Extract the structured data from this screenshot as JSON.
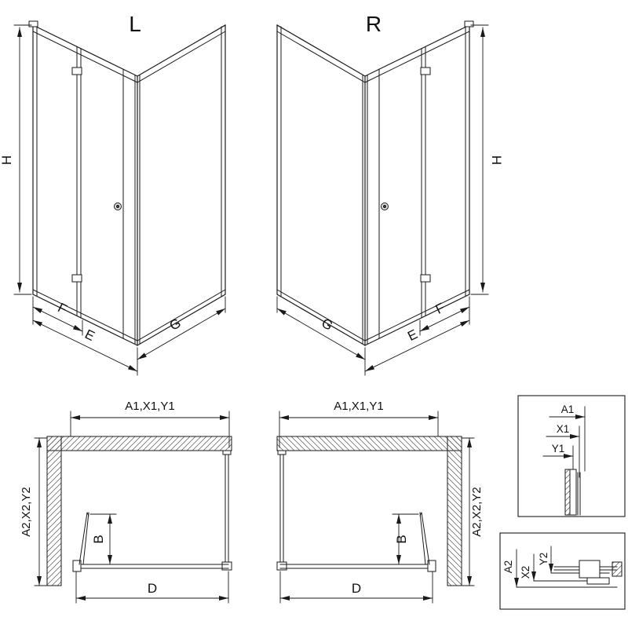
{
  "drawing": {
    "views": {
      "left": {
        "title": "L",
        "dims": {
          "height": "H",
          "f": "F",
          "e": "E",
          "g": "G"
        }
      },
      "right": {
        "title": "R",
        "dims": {
          "height": "H",
          "f": "F",
          "e": "E",
          "g": "G"
        }
      }
    },
    "plans": {
      "left": {
        "top": "A1,X1,Y1",
        "side": "A2,X2,Y2",
        "b": "B",
        "d": "D"
      },
      "right": {
        "top": "A1,X1,Y1",
        "side": "A2,X2,Y2",
        "b": "B",
        "d": "D"
      }
    },
    "details": {
      "top": {
        "a1": "A1",
        "x1": "X1",
        "y1": "Y1"
      },
      "bottom": {
        "a2": "A2",
        "x2": "X2",
        "y2": "Y2"
      }
    },
    "colors": {
      "line": "#1a1a1a",
      "background": "#ffffff"
    }
  }
}
